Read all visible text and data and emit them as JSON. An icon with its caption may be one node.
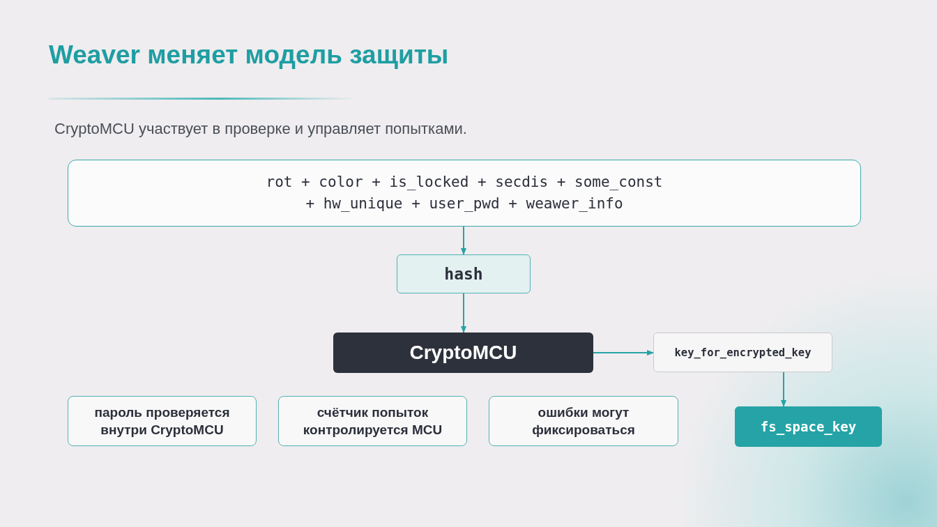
{
  "diagram": {
    "title": "Weaver меняет модель защиты",
    "nodes": [
      {
        "text": [
          "rot + color + is_locked + secdis + some_const + hw_unique + user_pwd + weawer_info"
        ]
      },
      {
        "text": [
          "hash"
        ]
      },
      {
        "text": [
          "CryptoMCU"
        ]
      },
      {
        "text": [
          "key_for_encrypted_key"
        ]
      },
      {
        "text": [
          "fs_space_key"
        ]
      },
      {
        "text": [
          "пароль проверяется внутри CryptoMCU"
        ]
      },
      {
        "text": [
          "счётчик попыток контролируется MCU"
        ]
      },
      {
        "text": [
          "ошибки могут фиксироваться"
        ]
      }
    ],
    "edges": [
      {
        "from": 0,
        "to": 1,
        "arrow": "to"
      },
      {
        "from": 1,
        "to": 2,
        "arrow": "to"
      },
      {
        "from": 2,
        "to": 3,
        "arrow": "to"
      },
      {
        "from": 3,
        "to": 4,
        "arrow": "to"
      }
    ],
    "labels": [
      "CryptoMCU участвует в проверке и управляет попытками."
    ]
  }
}
